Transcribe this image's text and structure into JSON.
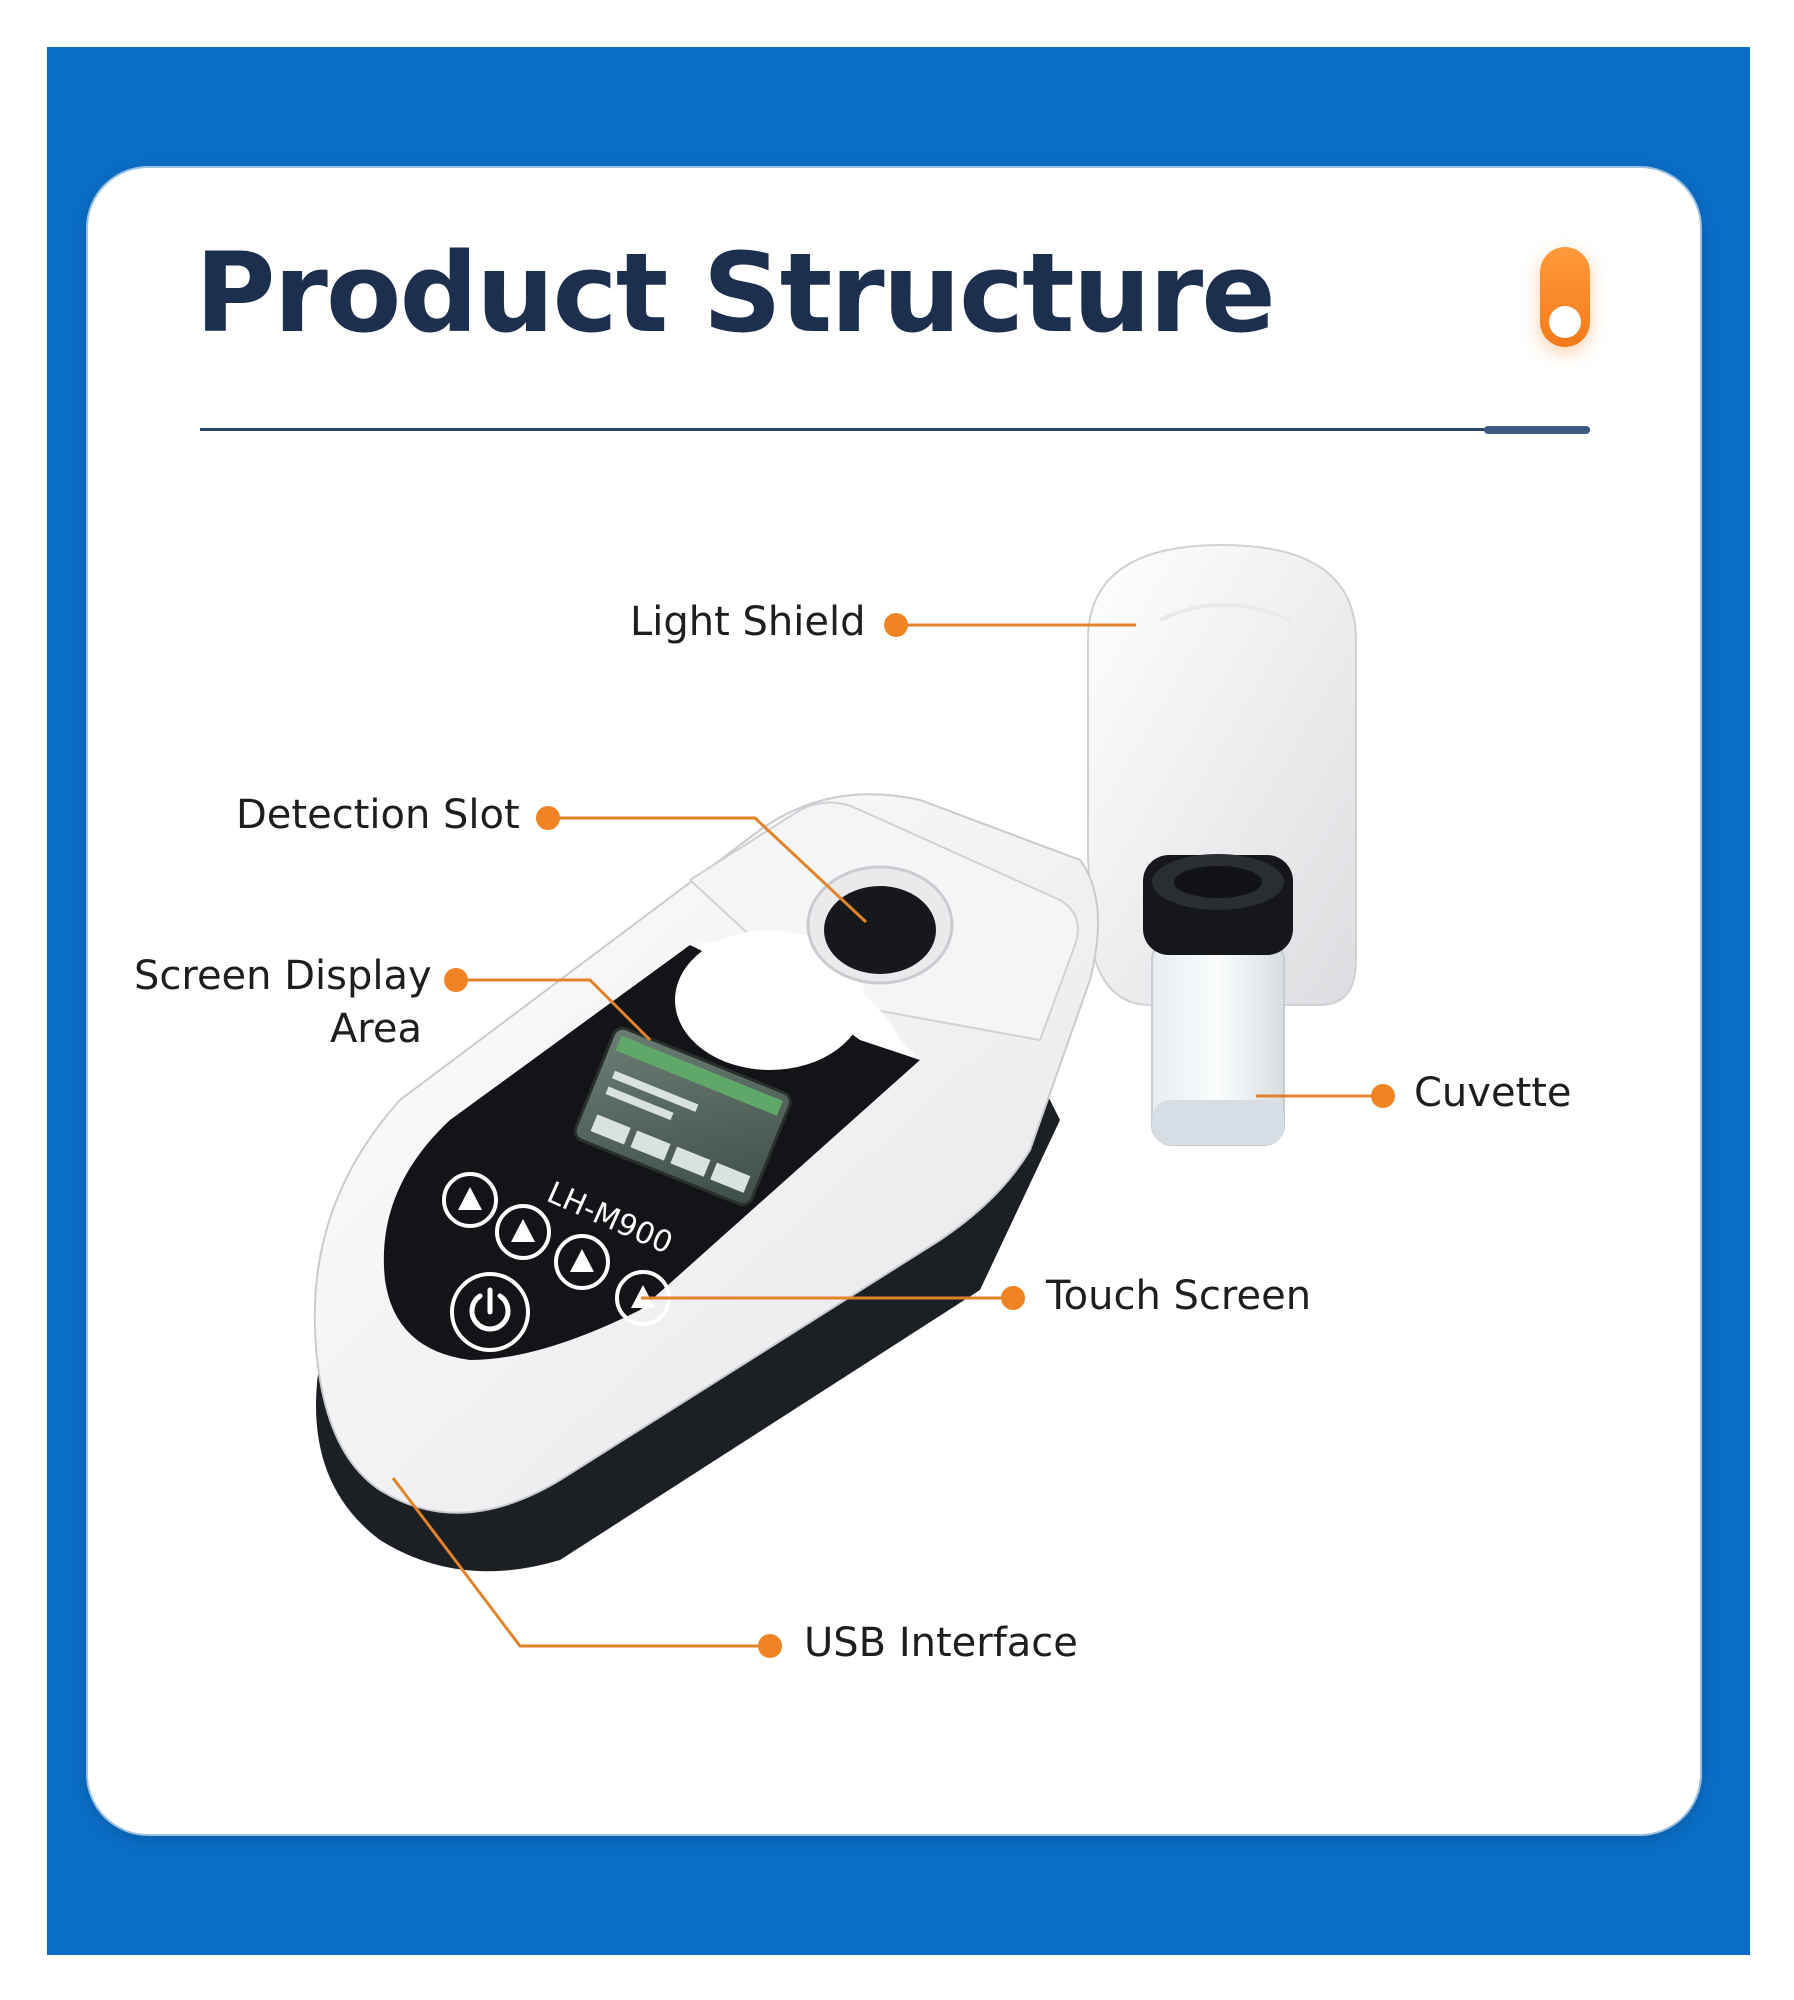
{
  "page": {
    "title": "Product Structure",
    "colors": {
      "frame_blue": "#0a6ec6",
      "title_navy": "#1c2f4e",
      "accent_orange": "#f47a1a",
      "callout_orange": "#e2832a"
    },
    "icon": "toggle-switch-icon"
  },
  "device": {
    "model": "LH-M900"
  },
  "callouts": [
    {
      "label": "Light Shield"
    },
    {
      "label": "Detection Slot"
    },
    {
      "label": "Screen Display"
    },
    {
      "label": "Area"
    },
    {
      "label": "Cuvette"
    },
    {
      "label": "Touch Screen"
    },
    {
      "label": "USB Interface"
    }
  ]
}
